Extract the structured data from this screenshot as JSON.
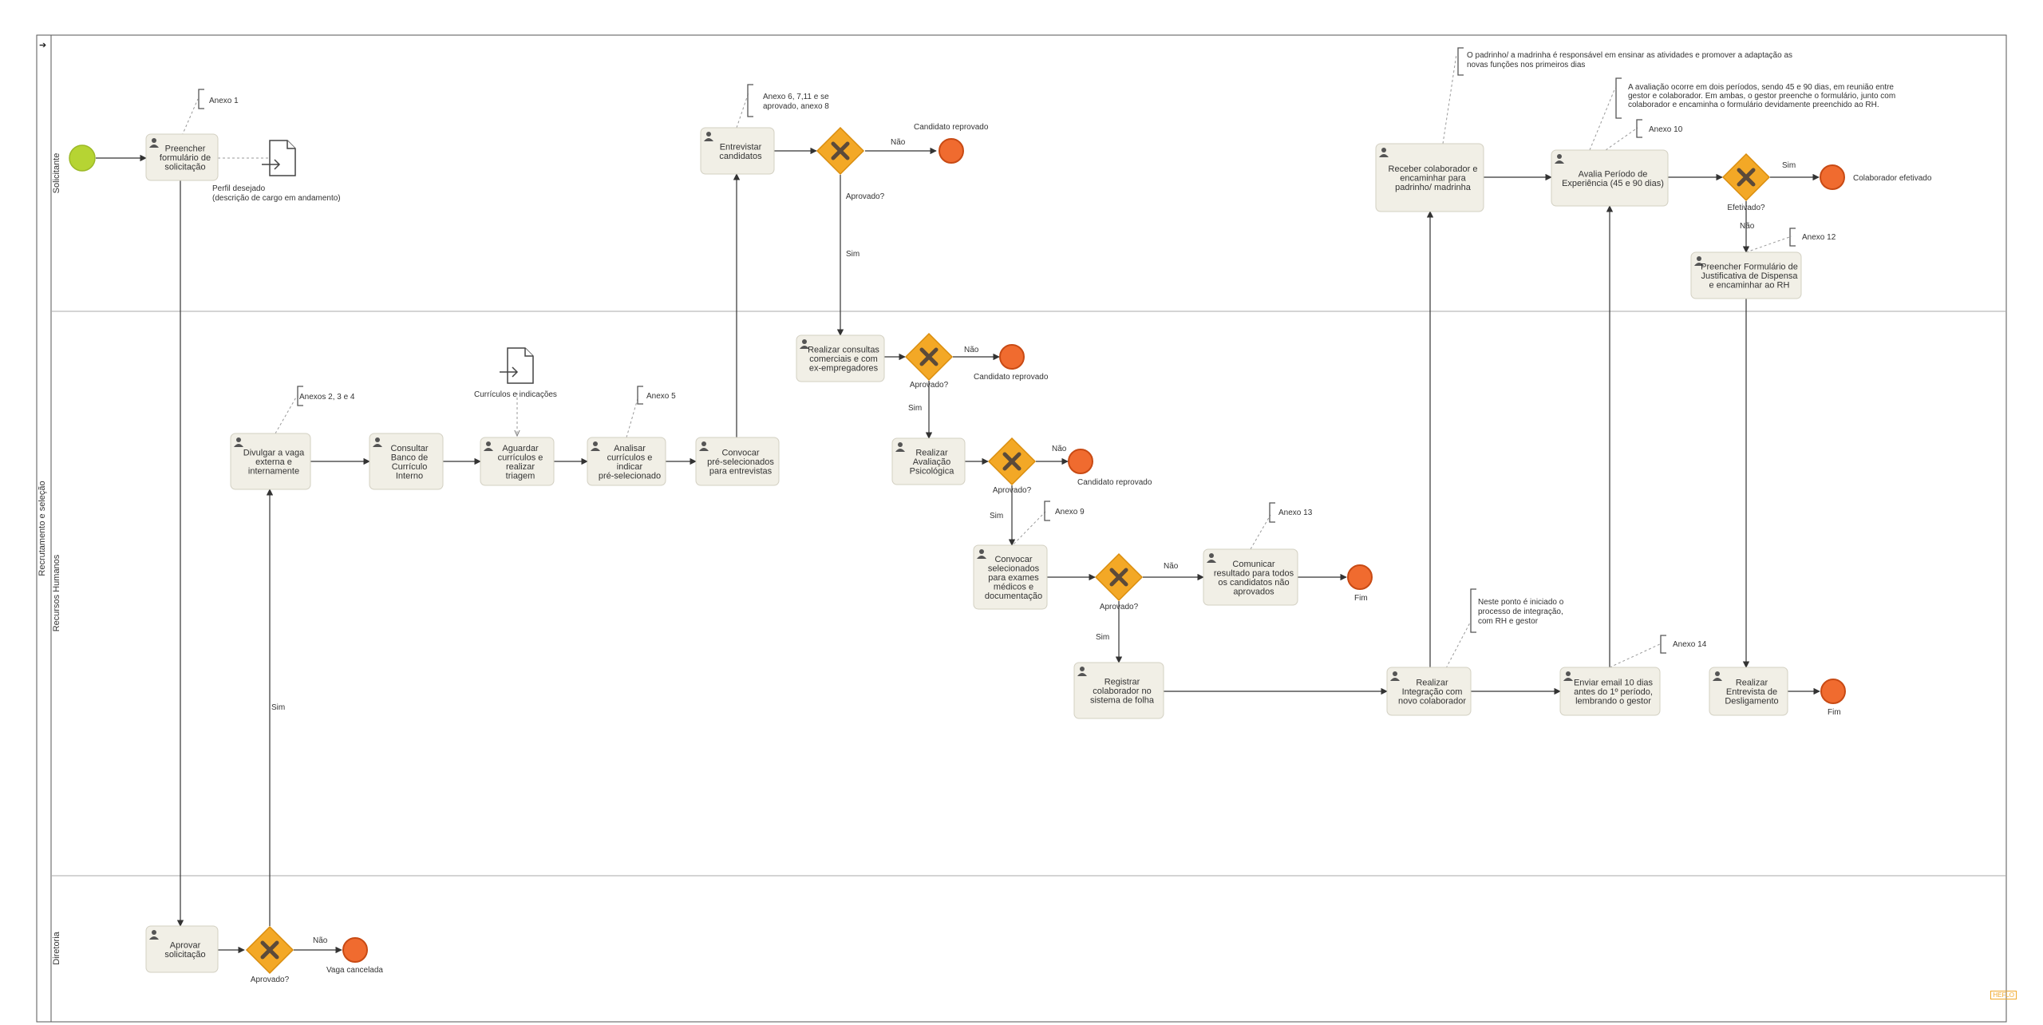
{
  "pool": {
    "name": "Recrutamento e seleção",
    "lanes": [
      "Solicitante",
      "Recursos Humanos",
      "Diretoria"
    ]
  },
  "tasks": {
    "t_form": [
      "Preencher",
      "formulário de",
      "solicitação"
    ],
    "t_entrevistar": [
      "Entrevistar",
      "candidatos"
    ],
    "t_receber": [
      "Receber colaborador e",
      "encaminhar para",
      "padrinho/ madrinha"
    ],
    "t_avalia": [
      "Avalia Período de",
      "Experiência (45 e 90 dias)"
    ],
    "t_dispensa": [
      "Preencher Formulário de",
      "Justificativa de Dispensa",
      "e encaminhar ao RH"
    ],
    "t_divulgar": [
      "Divulgar a vaga",
      "externa e",
      "internamente"
    ],
    "t_consultar": [
      "Consultar",
      "Banco de",
      "Currículo",
      "Interno"
    ],
    "t_aguardar": [
      "Aguardar",
      "currículos e",
      "realizar",
      "triagem"
    ],
    "t_analisar": [
      "Analisar",
      "currículos e",
      "indicar",
      "pré-selecionado"
    ],
    "t_convocar": [
      "Convocar",
      "pré-selecionados",
      "para entrevistas"
    ],
    "t_consultas": [
      "Realizar consultas",
      "comerciais e com",
      "ex-empregadores"
    ],
    "t_psico": [
      "Realizar",
      "Avaliação",
      "Psicológica"
    ],
    "t_convocar2": [
      "Convocar",
      "selecionados",
      "para exames",
      "médicos e",
      "documentação"
    ],
    "t_comunicar": [
      "Comunicar",
      "resultado para todos",
      "os candidatos não",
      "aprovados"
    ],
    "t_registrar": [
      "Registrar",
      "colaborador no",
      "sistema de folha"
    ],
    "t_integracao": [
      "Realizar",
      "Integração com",
      "novo colaborador"
    ],
    "t_email": [
      "Enviar email 10 dias",
      "antes do 1º período,",
      "lembrando o gestor"
    ],
    "t_deslig": [
      "Realizar",
      "Entrevista de",
      "Desligamento"
    ],
    "t_aprovar": [
      "Aprovar",
      "solicitação"
    ]
  },
  "gateway_label": "Aprovado?",
  "gateway_label_efetivado": "Efetivado?",
  "flow_labels": {
    "sim": "Sim",
    "nao": "Não"
  },
  "end_labels": {
    "reprovado": "Candidato reprovado",
    "efetivado": "Colaborador efetivado",
    "fim": "Fim",
    "cancelada": "Vaga cancelada"
  },
  "data_objects": {
    "perfil": [
      "Perfil desejado",
      "(descrição de cargo em andamento)"
    ],
    "curriculos": "Currículos e indicações"
  },
  "annotations": {
    "a1": "Anexo 1",
    "a234": "Anexos 2, 3 e 4",
    "a5": "Anexo 5",
    "a678": [
      "Anexo 6, 7,11 e se",
      "aprovado, anexo 8"
    ],
    "a9": "Anexo 9",
    "a10": "Anexo 10",
    "a12": "Anexo 12",
    "a13": "Anexo 13",
    "a14": "Anexo 14",
    "padrinho": [
      "O padrinho/ a madrinha é responsável em ensinar as atividades e promover a adaptação as",
      "novas funções nos primeiros dias"
    ],
    "avaliacao": [
      "A avaliação ocorre em dois períodos, sendo 45 e 90 dias, em reunião entre",
      "gestor e colaborador. Em ambas, o gestor preenche o formulário, junto com",
      "colaborador e encaminha o formulário devidamente preenchido ao RH."
    ],
    "integracao": [
      "Neste ponto é iniciado o",
      "processo de integração,",
      "com RH e gestor"
    ]
  },
  "watermark": "HEFLO",
  "colors": {
    "task_fill": "#f1efe6",
    "gateway": "#f3a826",
    "end_event": "#f06b2f",
    "start_event": "#b6d433"
  }
}
